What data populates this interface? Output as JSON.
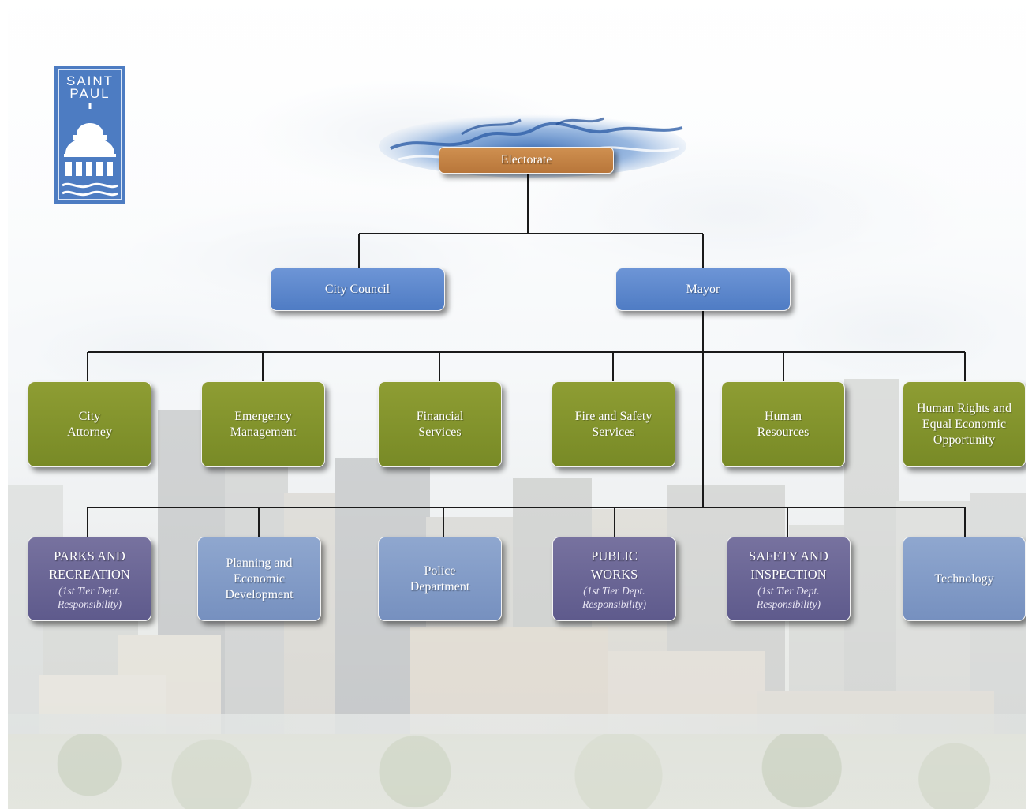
{
  "logo": {
    "line1": "SAINT",
    "line2": "PAUL",
    "icon": "capitol-dome-icon"
  },
  "root": {
    "label": "Electorate",
    "color": "#b8763a"
  },
  "branches": [
    {
      "label": "City Council",
      "color": "#5b86cb"
    },
    {
      "label": "Mayor",
      "color": "#5b86cb"
    }
  ],
  "departments_row1": [
    {
      "label": "City\nAttorney"
    },
    {
      "label": "Emergency\nManagement"
    },
    {
      "label": "Financial\nServices"
    },
    {
      "label": "Fire and Safety\nServices"
    },
    {
      "label": "Human\nResources"
    },
    {
      "label": "Human Rights and\nEqual Economic\nOpportunity"
    }
  ],
  "departments_row2": [
    {
      "label": "PARKS AND\nRECREATION",
      "note": "(1st Tier Dept.\nResponsibility)"
    },
    {
      "label": "Planning and\nEconomic\nDevelopment"
    },
    {
      "label": "Police\nDepartment"
    },
    {
      "label": "PUBLIC\nWORKS",
      "note": "(1st Tier Dept.\nResponsibility)"
    },
    {
      "label": "SAFETY AND\nINSPECTION",
      "note": "(1st Tier Dept.\nResponsibility)"
    },
    {
      "label": "Technology"
    }
  ],
  "colors": {
    "department_row1": "#7f8f2b",
    "tier1_department": "#66619a",
    "department_row2": "#7f97c6",
    "connector": "#1a1a1a"
  }
}
